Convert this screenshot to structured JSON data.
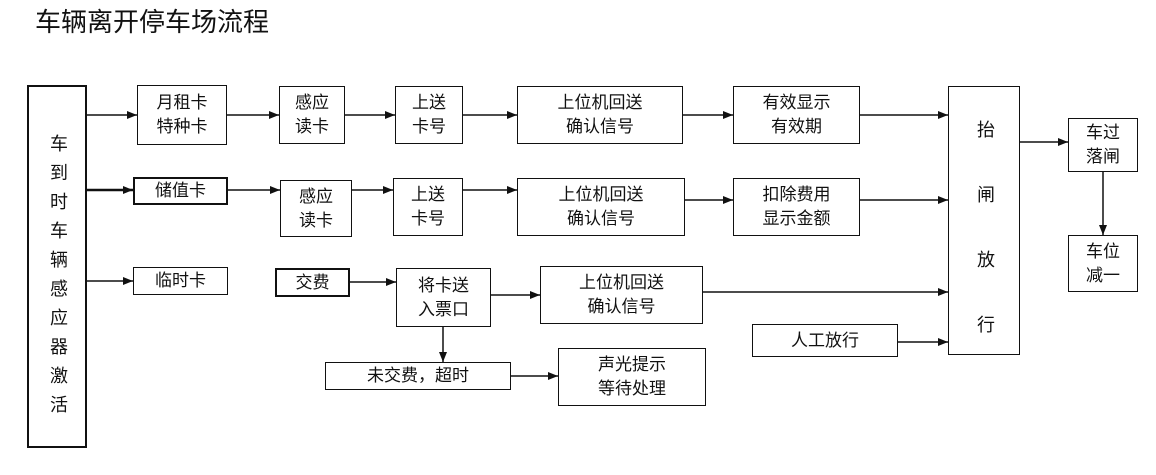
{
  "title": "车辆离开停车场流程",
  "colors": {
    "line": "#111111",
    "background": "#ffffff"
  },
  "nodes": {
    "sensor": {
      "text": "车到时车辆感应器激活"
    },
    "monthly_card": {
      "lines": [
        "月租卡",
        "特种卡"
      ]
    },
    "stored_card": {
      "text": "储值卡"
    },
    "temp_card": {
      "text": "临时卡"
    },
    "read_card_1": {
      "lines": [
        "感应",
        "读卡"
      ]
    },
    "read_card_2": {
      "lines": [
        "感应",
        "读卡"
      ]
    },
    "send_id_1": {
      "lines": [
        "上送",
        "卡号"
      ]
    },
    "send_id_2": {
      "lines": [
        "上送",
        "卡号"
      ]
    },
    "host_ack_1": {
      "lines": [
        "上位机回送",
        "确认信号"
      ]
    },
    "host_ack_2": {
      "lines": [
        "上位机回送",
        "确认信号"
      ]
    },
    "host_ack_3": {
      "lines": [
        "上位机回送",
        "确认信号"
      ]
    },
    "valid_display": {
      "lines": [
        "有效显示",
        "有效期"
      ]
    },
    "deduct_fee": {
      "lines": [
        "扣除费用",
        "显示金额"
      ]
    },
    "pay": {
      "text": "交费"
    },
    "insert_card": {
      "lines": [
        "将卡送",
        "入票口"
      ]
    },
    "manual_release": {
      "text": "人工放行"
    },
    "unpaid_timeout": {
      "text": "未交费，超时"
    },
    "alarm": {
      "lines": [
        "声光提示",
        "等待处理"
      ]
    },
    "gate_open": {
      "text": "抬闸放行"
    },
    "gate_close": {
      "lines": [
        "车过",
        "落闸"
      ]
    },
    "slot_decrement": {
      "lines": [
        "车位",
        "减一"
      ]
    }
  }
}
